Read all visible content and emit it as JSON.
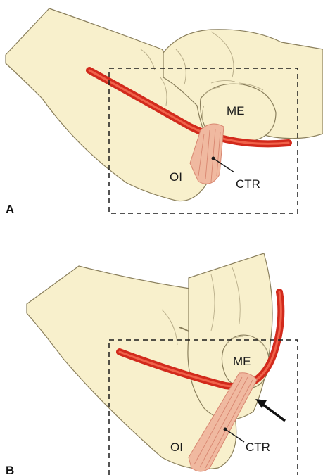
{
  "panels": [
    {
      "id": "A",
      "panel_label": "A",
      "labels": {
        "medial_epicondyle": "ME",
        "olecranon": "OI",
        "retinaculum": "CTR"
      }
    },
    {
      "id": "B",
      "panel_label": "B",
      "labels": {
        "medial_epicondyle": "ME",
        "olecranon": "OI",
        "retinaculum": "CTR"
      }
    }
  ],
  "colors": {
    "bone": "#f8f0cc",
    "bone_outline": "#8a7f5c",
    "bone_texture": "#b9ae8a",
    "nerve_outer": "#d22a1c",
    "nerve_inner": "#f0624a",
    "ligament": "#f0b9a0",
    "ligament_fibers": "#d88670",
    "frame": "#1a1a1a"
  }
}
